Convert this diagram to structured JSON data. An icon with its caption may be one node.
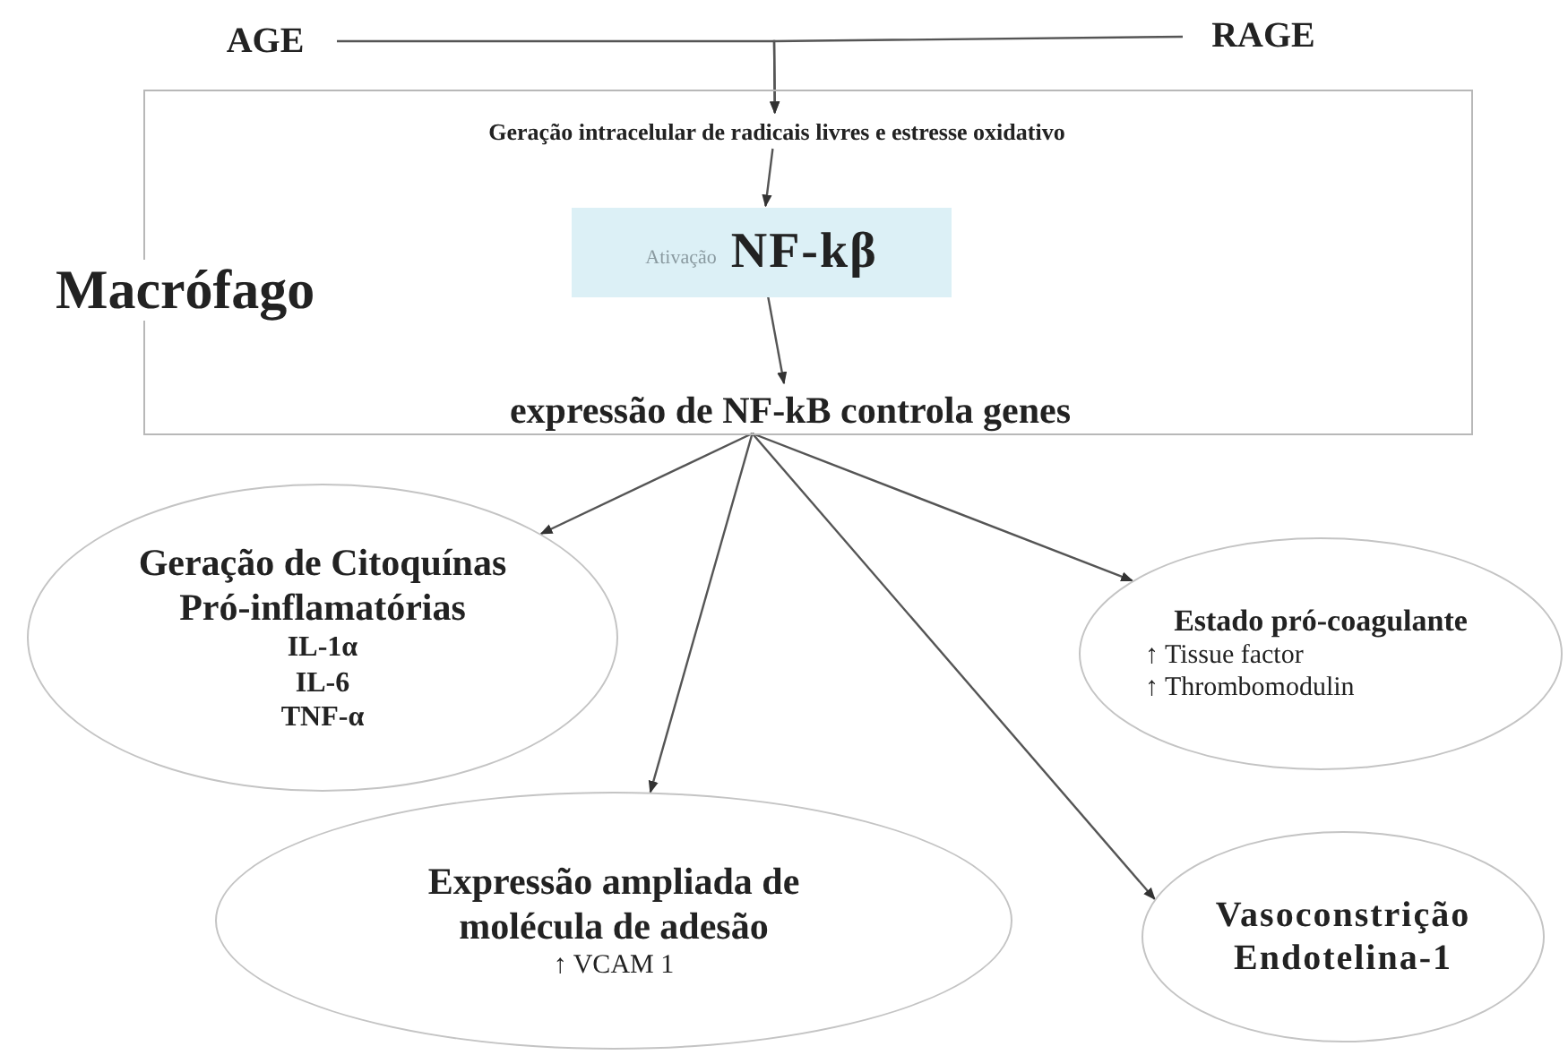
{
  "diagram": {
    "nodes": [
      {
        "text": [
          "Macrófago"
        ]
      },
      {
        "text": [
          "AGE"
        ]
      },
      {
        "text": [
          "RAGE"
        ]
      },
      {
        "text": [
          "Geração intracelular de radicais livres e estresse oxidativo"
        ],
        "in": 0
      },
      {
        "text": [
          "Ativação",
          "NF-kβ"
        ],
        "in": 0
      },
      {
        "text": [
          "expressão de NF-kB controla genes"
        ],
        "in": 0
      },
      {
        "text": [
          "Geração de Citoquínas Pró-inflamatórias",
          "IL-1α",
          "IL-6",
          "TNF-α"
        ]
      },
      {
        "text": [
          "Expressão ampliada de molécula de adesão",
          "↑ VCAM 1"
        ]
      },
      {
        "text": [
          "Estado pró-coagulante",
          "↑ Tissue factor",
          "↑ Thrombomodulin"
        ]
      },
      {
        "text": [
          "Vasoconstrição",
          "Endotelina-1"
        ]
      }
    ],
    "edges": [
      {
        "from": 1,
        "to": 3,
        "arrow": "to"
      },
      {
        "from": 2,
        "to": 3,
        "arrow": "to"
      },
      {
        "from": 3,
        "to": 4,
        "arrow": "to"
      },
      {
        "from": 4,
        "to": 5,
        "arrow": "to"
      },
      {
        "from": 5,
        "to": 6,
        "arrow": "to"
      },
      {
        "from": 5,
        "to": 7,
        "arrow": "to"
      },
      {
        "from": 5,
        "to": 8,
        "arrow": "to"
      },
      {
        "from": 5,
        "to": 9,
        "arrow": "to"
      }
    ]
  }
}
